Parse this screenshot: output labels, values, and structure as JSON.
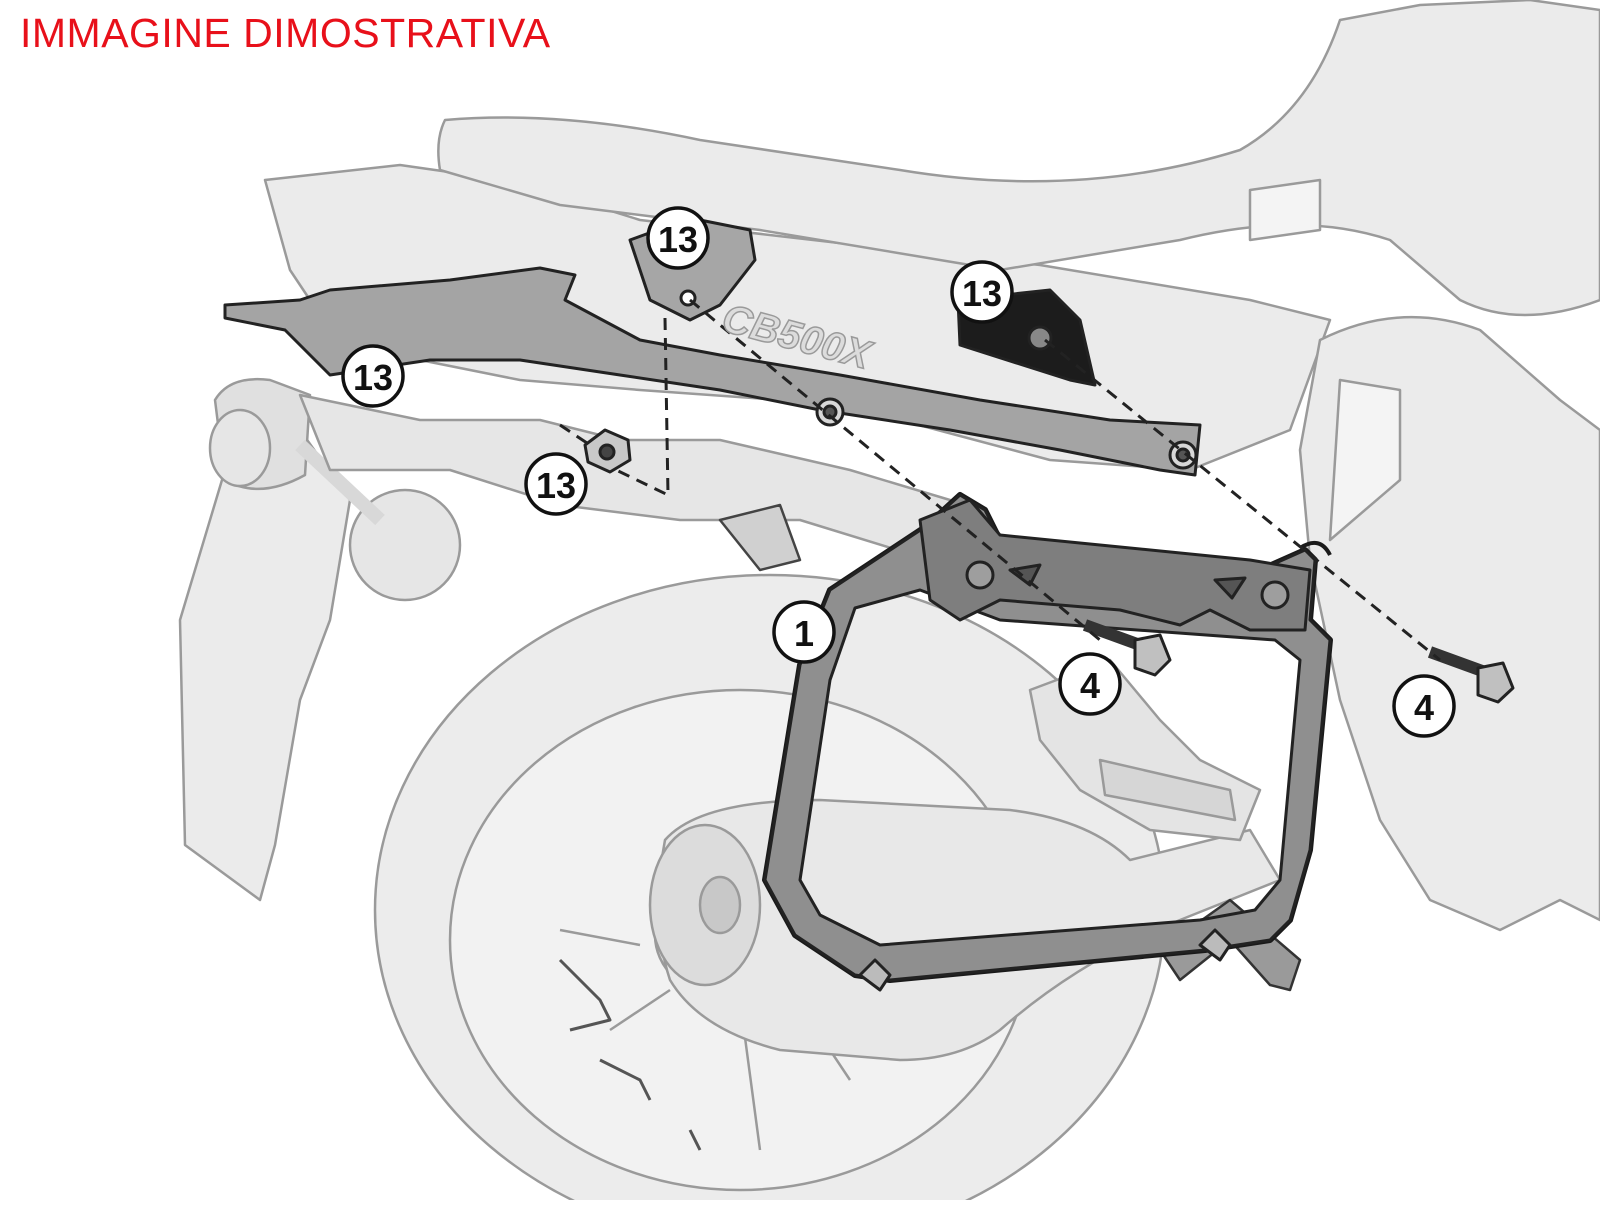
{
  "watermark": "IMMAGINE DIMOSTRATIVA",
  "model_decal": "CB500X",
  "colors": {
    "watermark": "#e8101a",
    "bike_fill": "#ebebeb",
    "bike_stroke": "#9a9a9a",
    "part_fill": "#8c8c8c",
    "part_stroke": "#222222",
    "label_fill": "#ffffff",
    "label_stroke": "#111111"
  },
  "callouts": [
    {
      "id": "callout-13-plate-left",
      "number": "13"
    },
    {
      "id": "callout-13-plate-right",
      "number": "13"
    },
    {
      "id": "callout-13-arm",
      "number": "13"
    },
    {
      "id": "callout-13-nut",
      "number": "13"
    },
    {
      "id": "callout-1-frame",
      "number": "1"
    },
    {
      "id": "callout-4-bolt-left",
      "number": "4"
    },
    {
      "id": "callout-4-bolt-right",
      "number": "4"
    }
  ]
}
